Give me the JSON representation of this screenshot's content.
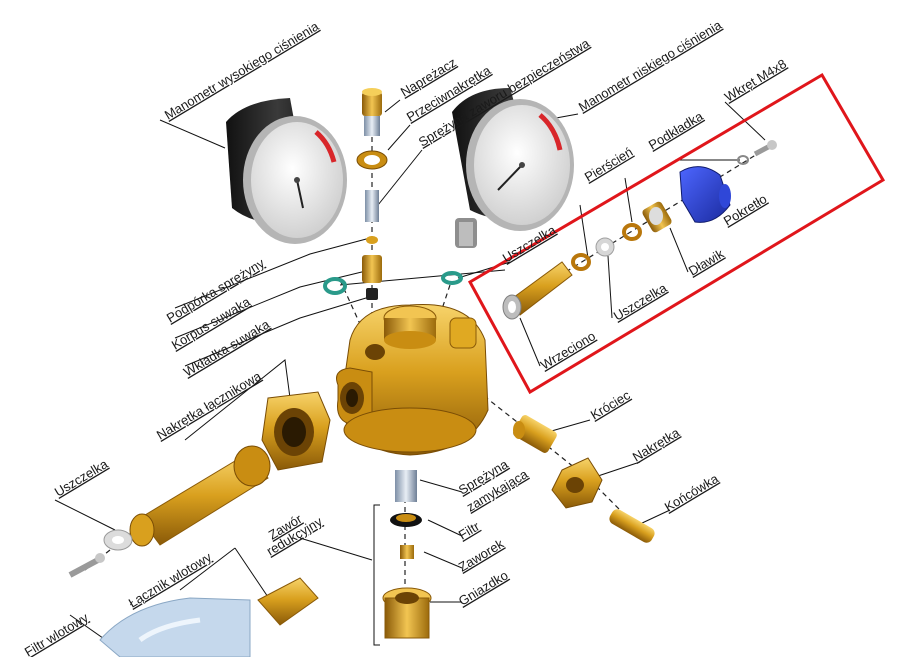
{
  "diagram": {
    "labels": {
      "manometr_wysoki": "Manometr wysokiego ciśnienia",
      "napreacz": "Napreżacz",
      "przeciwnakretka": "Przeciwnakrętka",
      "sprezyna_zaworu": "Sprężyna zaworu bezpieczeństwa",
      "manometr_niski": "Manometr niskiego ciśnienia",
      "wkret": "Wkręt M4x8",
      "podkladka": "Podkładka",
      "pierscien": "Pierścień",
      "uszczelka_top": "Uszczelka",
      "pokretlo": "Pokretło",
      "dlawik": "Dławik",
      "uszczelka_mid": "Uszczelka",
      "wrzeciono": "Wrzeciono",
      "podporka": "Podpórka sprężyny",
      "korpus": "Korpus suwaka",
      "wkladka": "Wkładka suwaka",
      "nakretka_lacznikowa": "Nakrętka łącznikowa",
      "krociec": "Króciec",
      "nakretka": "Nakrętka",
      "koncowka": "Końcówka",
      "uszczelka_left": "Uszczelka",
      "sprezyna_zam_1": "Sprężyna",
      "sprezyna_zam_2": "zamykająca",
      "filtr": "Filtr",
      "zaworek": "Zaworek",
      "gniazdko": "Gniazdko",
      "zawor_1": "Zawór",
      "zawor_2": "redukcyjny",
      "lacznik": "Łącznik wlotowy",
      "filtr_wlotowy": "Filtr wlotowy"
    },
    "colors": {
      "brass": "#d9a01e",
      "brass_dark": "#9c6b0c",
      "highlight_box": "#e0161b",
      "knob": "#2438c8",
      "gauge_body": "#2a2a2a",
      "gauge_red": "#d8262a",
      "teal_seal": "#2a9a8a"
    }
  }
}
